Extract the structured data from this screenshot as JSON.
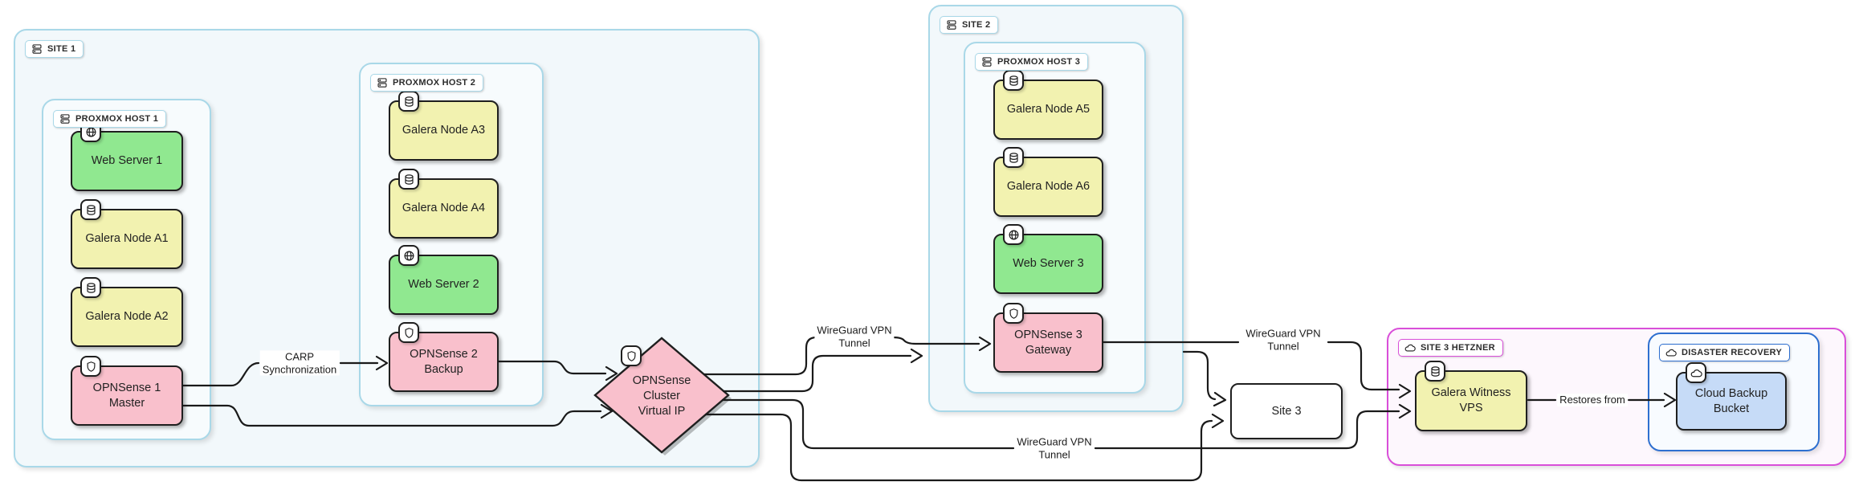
{
  "diagram": {
    "type": "network-architecture",
    "palette": {
      "container_border": "#a9d8e8",
      "container_fill": "#f2f8fb",
      "hetzner_border": "#d94fd9",
      "hetzner_fill": "#fdf7fd",
      "dr_border": "#2e6fd0",
      "dr_fill": "#f8fbff",
      "web_green": "#90e890",
      "galera_yellow": "#f2f2b0",
      "opnsense_pink": "#f9c0cc",
      "bucket_blue": "#c6dbf7",
      "line_color": "#1a1a1a"
    },
    "icons": {
      "site": "server-icon",
      "host": "server-icon",
      "web": "globe-icon",
      "database": "database-icon",
      "firewall": "shield-icon",
      "cloud": "cloud-icon"
    }
  },
  "containers": {
    "site1": {
      "label": "SITE 1"
    },
    "proxmox1": {
      "label": "PROXMOX HOST 1"
    },
    "proxmox2": {
      "label": "PROXMOX HOST 2"
    },
    "site2": {
      "label": "SITE 2"
    },
    "proxmox3": {
      "label": "PROXMOX HOST 3"
    },
    "hetzner": {
      "label": "SITE 3 HETZNER"
    },
    "dr": {
      "label": "DISASTER RECOVERY"
    }
  },
  "nodes": {
    "web1": {
      "label": "Web Server 1"
    },
    "galeraA1": {
      "label": "Galera Node A1"
    },
    "galeraA2": {
      "label": "Galera Node A2"
    },
    "opnsense1": {
      "line1": "OPNSense 1",
      "line2": "Master"
    },
    "galeraA3": {
      "label": "Galera Node A3"
    },
    "galeraA4": {
      "label": "Galera Node A4"
    },
    "web2": {
      "label": "Web Server 2"
    },
    "opnsense2": {
      "line1": "OPNSense 2",
      "line2": "Backup"
    },
    "galeraA5": {
      "label": "Galera Node A5"
    },
    "galeraA6": {
      "label": "Galera Node A6"
    },
    "web3": {
      "label": "Web Server 3"
    },
    "opnsense3": {
      "line1": "OPNSense 3",
      "line2": "Gateway"
    },
    "cluster_vip": {
      "line1": "OPNSense",
      "line2": "Cluster",
      "line3": "Virtual IP"
    },
    "site3": {
      "label": "Site 3"
    },
    "witness": {
      "line1": "Galera Witness",
      "line2": "VPS"
    },
    "bucket": {
      "line1": "Cloud Backup",
      "line2": "Bucket"
    }
  },
  "edge_labels": {
    "carp": {
      "line1": "CARP",
      "line2": "Synchronization"
    },
    "wg_top": {
      "line1": "WireGuard VPN",
      "line2": "Tunnel"
    },
    "wg_right": {
      "line1": "WireGuard VPN",
      "line2": "Tunnel"
    },
    "wg_bottom": {
      "line1": "WireGuard VPN",
      "line2": "Tunnel"
    },
    "restores": {
      "label": "Restores from"
    }
  }
}
